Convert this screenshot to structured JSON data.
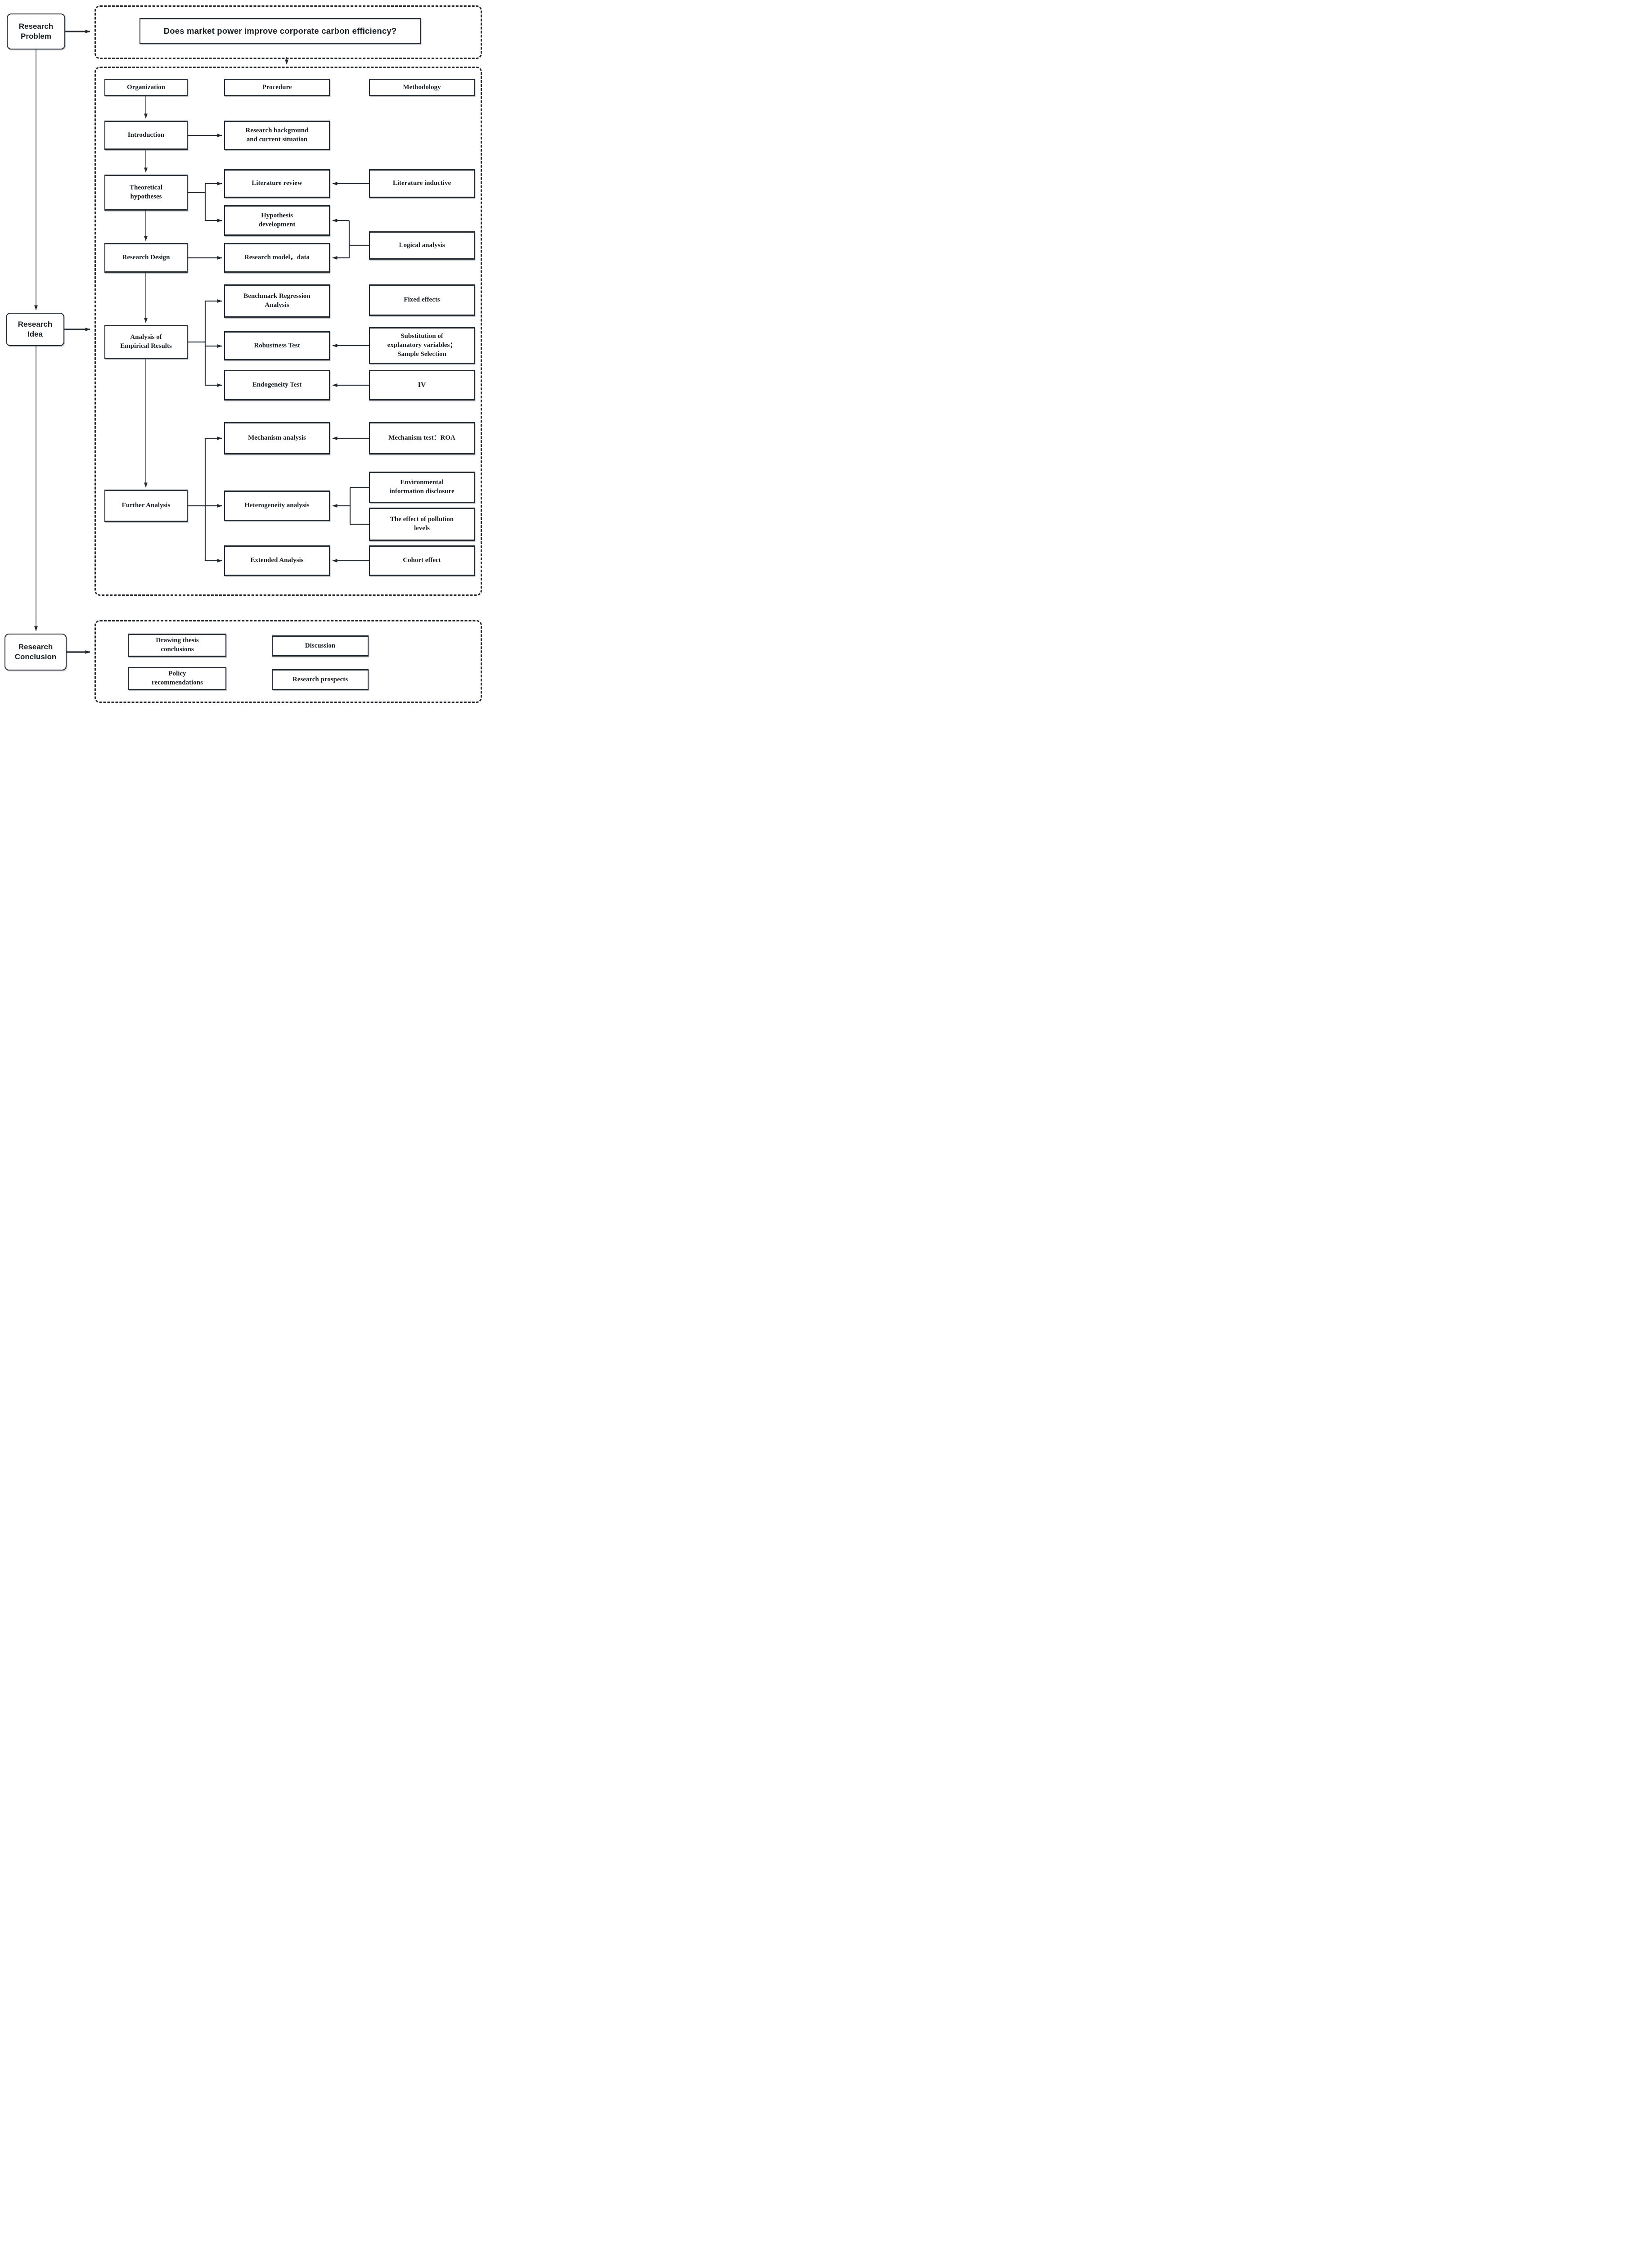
{
  "question_box": {
    "label": "Does market power improve corporate carbon efficiency?"
  },
  "spine": {
    "research_problem": {
      "label": "Research\nProblem"
    },
    "research_idea": {
      "label": "Research\nIdea"
    },
    "research_conclusion": {
      "label": "Research\nConclusion"
    }
  },
  "columns": {
    "organization": {
      "header": "Organization",
      "items": [
        {
          "label": "Introduction"
        },
        {
          "label": "Theoretical\nhypotheses"
        },
        {
          "label": "Research Design"
        },
        {
          "label": "Analysis of\nEmpirical Results"
        },
        {
          "label": "Further Analysis"
        }
      ]
    },
    "procedure": {
      "header": "Procedure",
      "items": [
        {
          "label": "Research background\nand current situation"
        },
        {
          "label": "Literature review"
        },
        {
          "label": "Hypothesis\ndevelopment"
        },
        {
          "label": "Research model，data"
        },
        {
          "label": "Benchmark Regression\nAnalysis"
        },
        {
          "label": "Robustness Test"
        },
        {
          "label": "Endogeneity Test"
        },
        {
          "label": "Mechanism analysis"
        },
        {
          "label": "Heterogeneity analysis"
        },
        {
          "label": "Extended Analysis"
        }
      ]
    },
    "methodology": {
      "header": "Methodology",
      "items": [
        {
          "label": "Literature inductive"
        },
        {
          "label": "Logical analysis"
        },
        {
          "label": "Fixed effects"
        },
        {
          "label": "Substitution of\nexplanatory variables；\nSample Selection"
        },
        {
          "label": "IV"
        },
        {
          "label": "Mechanism test：ROA"
        },
        {
          "label": "Environmental\ninformation disclosure"
        },
        {
          "label": "The effect of pollution\nlevels"
        },
        {
          "label": "Cohort effect"
        }
      ]
    }
  },
  "conclusion": {
    "items": [
      {
        "label": "Drawing thesis\nconclusions"
      },
      {
        "label": "Discussion"
      },
      {
        "label": "Policy\nrecommendations"
      },
      {
        "label": "Research prospects"
      }
    ]
  },
  "colors": {
    "box_border": "#262c33",
    "dashed_border": "#242a30",
    "line": "#2c3138",
    "text": "#1b2025",
    "background": "#ffffff"
  }
}
